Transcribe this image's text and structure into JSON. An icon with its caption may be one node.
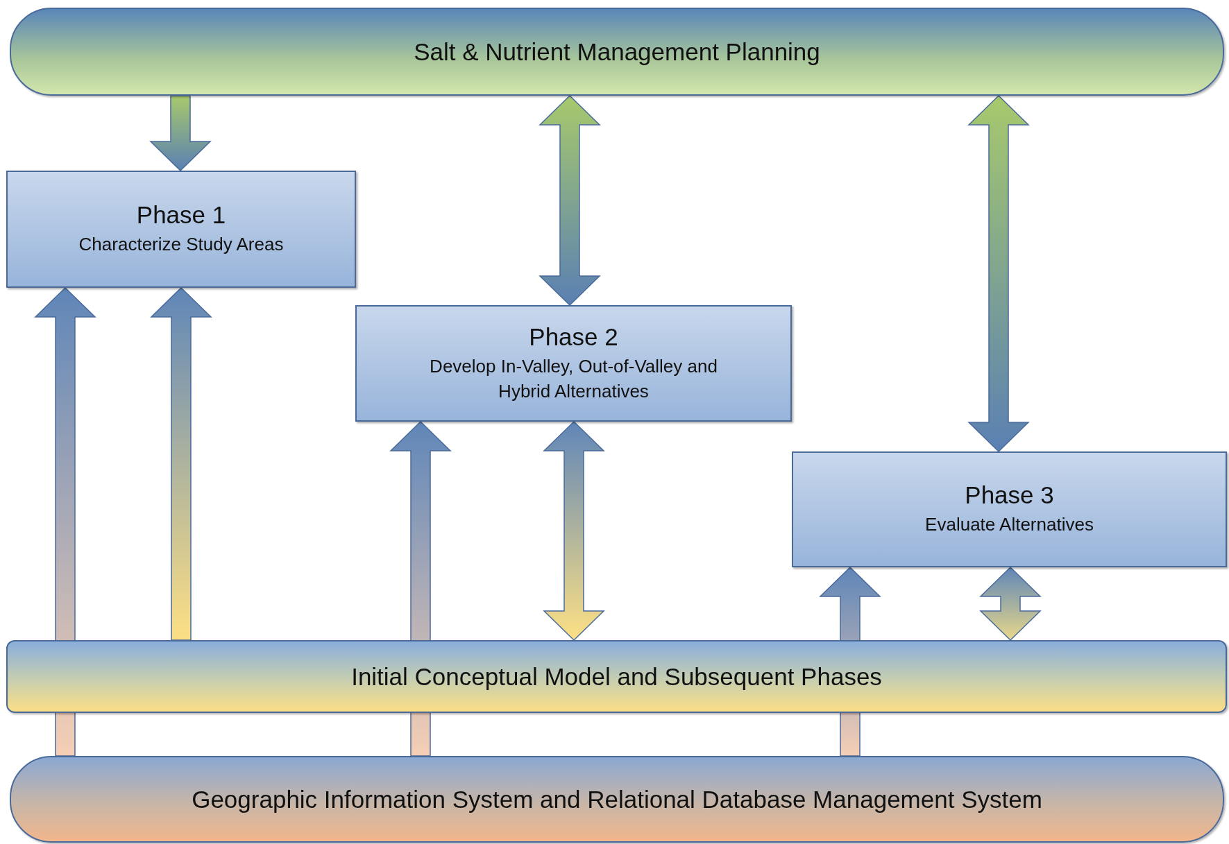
{
  "diagram": {
    "nodes": [
      {
        "text": [
          "Salt & Nutrient Management Planning"
        ]
      },
      {
        "text": [
          "Phase 1",
          "Characterize Study Areas"
        ]
      },
      {
        "text": [
          "Phase 2",
          "Develop In-Valley, Out-of-Valley and Hybrid Alternatives"
        ]
      },
      {
        "text": [
          "Phase 3",
          "Evaluate Alternatives"
        ]
      },
      {
        "text": [
          "Initial Conceptual Model and Subsequent Phases"
        ]
      },
      {
        "text": [
          "Geographic Information System and Relational Database Management System"
        ]
      }
    ],
    "edges": [
      {
        "from": 0,
        "to": 1,
        "arrow": "to"
      },
      {
        "from": 0,
        "to": 2,
        "arrow": "both"
      },
      {
        "from": 0,
        "to": 3,
        "arrow": "both"
      },
      {
        "from": 5,
        "to": 1,
        "arrow": "to"
      },
      {
        "from": 4,
        "to": 1,
        "arrow": "to"
      },
      {
        "from": 5,
        "to": 2,
        "arrow": "to"
      },
      {
        "from": 4,
        "to": 2,
        "arrow": "both"
      },
      {
        "from": 5,
        "to": 3,
        "arrow": "to"
      },
      {
        "from": 4,
        "to": 3,
        "arrow": "both"
      }
    ]
  }
}
